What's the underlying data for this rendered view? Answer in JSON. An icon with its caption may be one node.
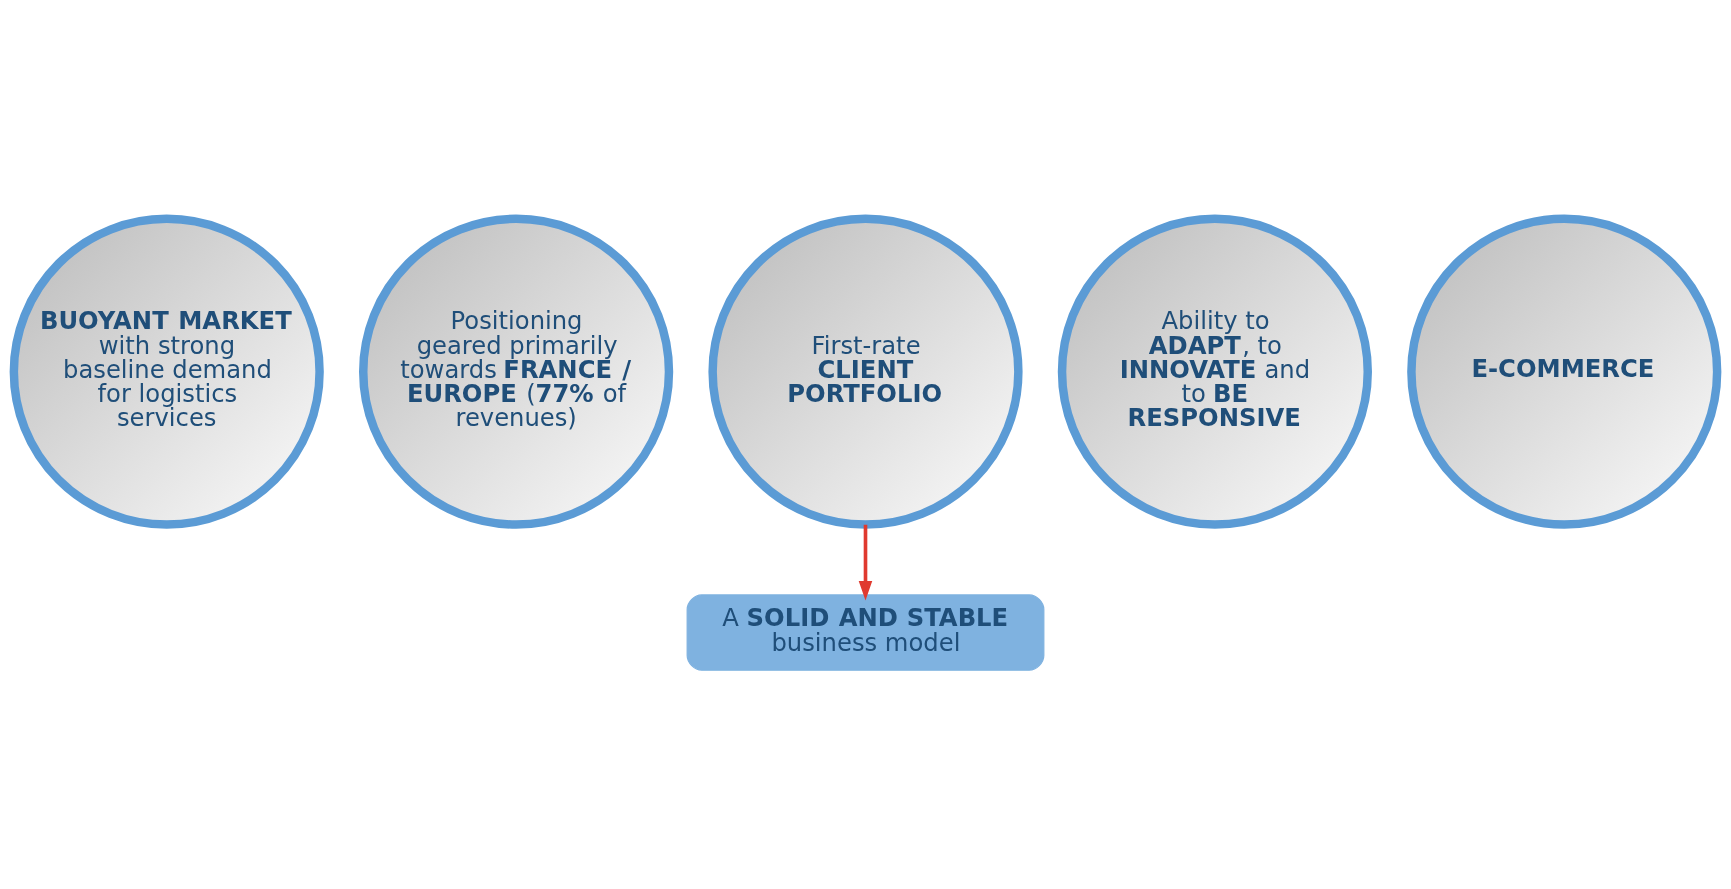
{
  "diagram": {
    "nodes": [
      {
        "text": [
          "Positioning geared primarily towards **FRANCE / EUROPE** (**77%** of revenues)"
        ]
      },
      {
        "text": [
          "Ability to **ADAPT**, to **INNOVATE** and to **BE RESPONSIVE**"
        ]
      },
      {
        "text": [
          "**BUOYANT MARKET** with strong baseline demand for logistics services"
        ]
      },
      {
        "text": [
          "First-rate **CLIENT PORTFOLIO**"
        ]
      },
      {
        "text": [
          "E-COMMERCE"
        ]
      },
      {
        "text": [
          "A **SOLID AND STABLE** business model"
        ]
      }
    ],
    "edges": [
      {
        "from": 3,
        "to": 5,
        "arrow": "to",
        "color": "#e03a2f"
      }
    ]
  }
}
